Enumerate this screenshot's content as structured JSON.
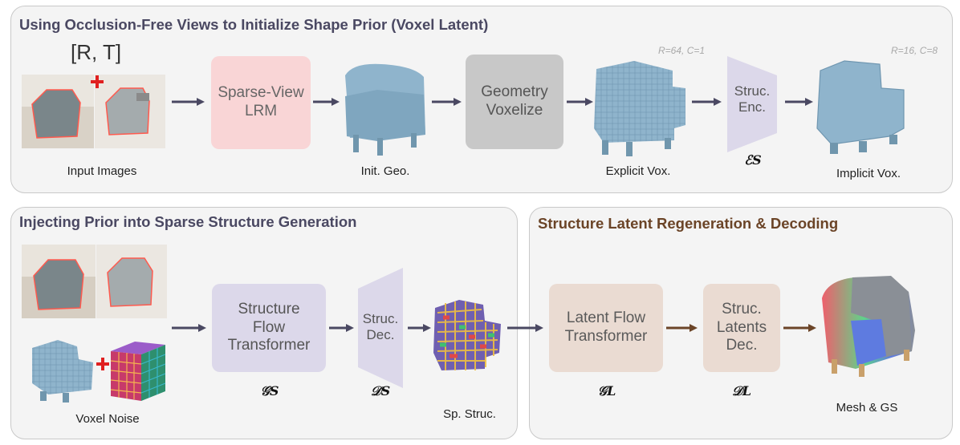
{
  "panels": {
    "top_title": "Using Occlusion-Free Views to Initialize Shape Prior (Voxel Latent)",
    "left_title": "Injecting Prior into Sparse Structure Generation",
    "right_title": "Structure Latent Regeneration & Decoding"
  },
  "top": {
    "rt": "[R, T]",
    "lrm": "Sparse-View\nLRM",
    "voxelize": "Geometry\nVoxelize",
    "enc": "Struc.\nEnc.",
    "enc_sym": "ℰS",
    "note_explicit": "R=64, C=1",
    "note_implicit": "R=16, C=8",
    "labels": {
      "input": "Input Images",
      "init": "Init. Geo.",
      "explicit": "Explicit Vox.",
      "implicit": "Implicit Vox."
    }
  },
  "bottom": {
    "flow": "Structure\nFlow\nTransformer",
    "flow_sym": "𝒢S",
    "dec": "Struc.\nDec.",
    "dec_sym": "𝒟S",
    "latent": "Latent Flow\nTransformer",
    "latent_sym": "𝒢L",
    "sdec": "Struc.\nLatents\nDec.",
    "sdec_sym": "𝒟L",
    "labels": {
      "noise": "Voxel Noise",
      "sp": "Sp. Struc.",
      "mesh": "Mesh & GS"
    }
  },
  "colors": {
    "arrow_dark": "#4a4862",
    "arrow_brown": "#6b4427",
    "chair": "#8fb4cc",
    "plus": "#e02020"
  }
}
